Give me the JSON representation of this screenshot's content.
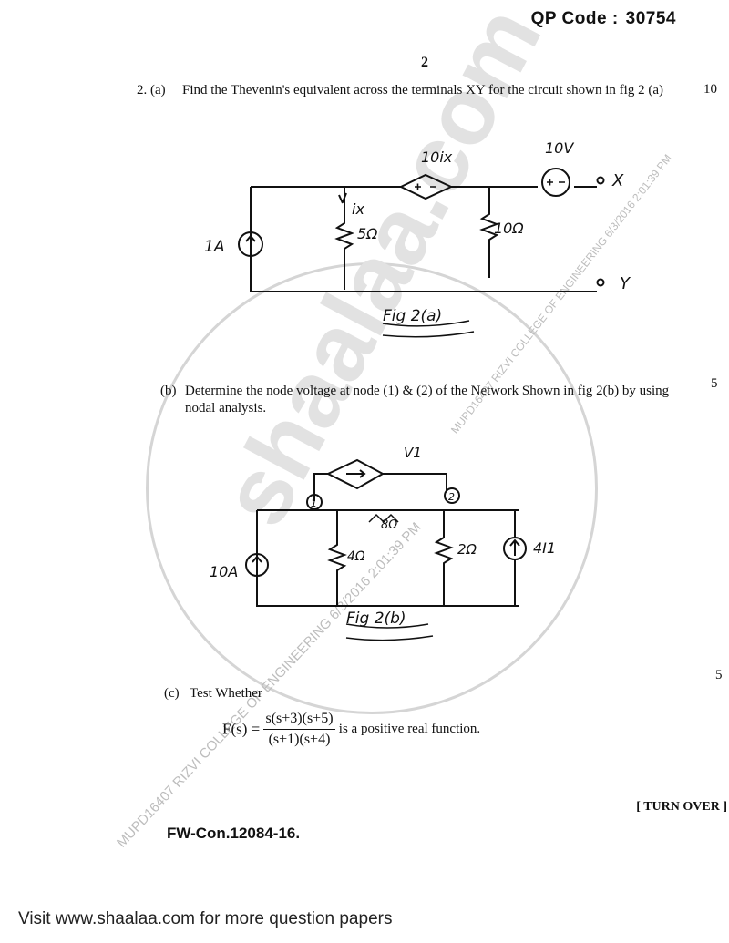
{
  "header": {
    "qp_label": "QP Code :",
    "qp_code": "30754",
    "page_number": "2"
  },
  "q2a": {
    "label": "2.  (a)",
    "text": "Find the Thevenin's equivalent across the terminals XY for the circuit shown in fig 2 (a)",
    "marks": "10",
    "circuit": {
      "dep_source": "10ix",
      "volt_source": "10V",
      "terminal_x": "X",
      "terminal_y": "Y",
      "current_source": "1A",
      "current_label": "ix",
      "r1": "5Ω",
      "r2": "10Ω",
      "caption": "Fig 2(a)"
    }
  },
  "q2b": {
    "label": "(b)",
    "text": "Determine the node voltage at node (1) & (2) of the Network Shown in fig 2(b) by using nodal analysis.",
    "marks": "5",
    "circuit": {
      "dep_source": "V1",
      "node1": "1",
      "node2": "2",
      "r_top": "8Ω",
      "r_left": "4Ω",
      "r_right": "2Ω",
      "current_source": "10A",
      "dep_current": "4I1",
      "caption": "Fig 2(b)"
    }
  },
  "q2c": {
    "label": "(c)",
    "text": "Test Whether",
    "marks": "5",
    "func_lhs": "F(s) =",
    "numerator": "s(s+3)(s+5)",
    "denominator": "(s+1)(s+4)",
    "func_rhs": "is a positive real function."
  },
  "footer": {
    "turn_over": "[ TURN OVER ]",
    "con_code": "FW-Con.12084-16.",
    "visit": "Visit www.shaalaa.com for more question papers"
  },
  "watermark": {
    "site": "shaalaa.com",
    "stamp_diag": "MUPD16407 RIZVI COLLEGE OF ENGINEERING 6/3/2016 2:01:39 PM",
    "stamp_right": "MUPD16407 RIZVI COLLEGE OF ENGINEERING 6/3/2016 2:01:39 PM"
  }
}
